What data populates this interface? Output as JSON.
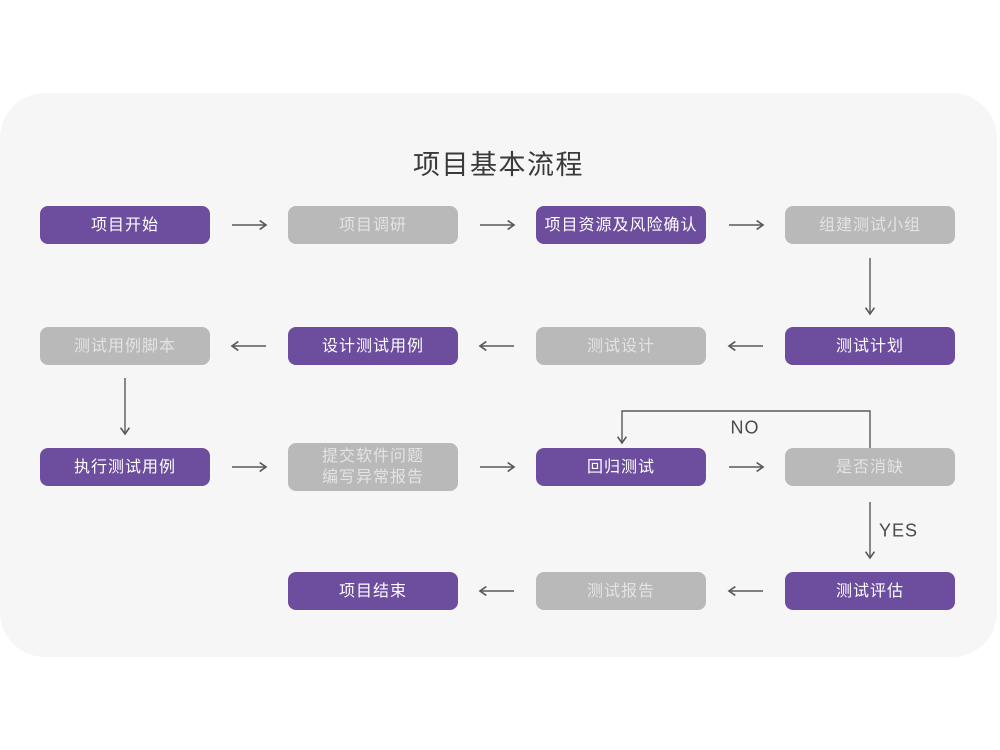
{
  "diagram": {
    "title": "项目基本流程",
    "nodes": [
      {
        "label": "项目开始",
        "type": "primary"
      },
      {
        "label": "项目调研",
        "type": "muted"
      },
      {
        "label": "项目资源及风险确认",
        "type": "primary"
      },
      {
        "label": "组建测试小组",
        "type": "muted"
      },
      {
        "label": "测试计划",
        "type": "primary"
      },
      {
        "label": "测试设计",
        "type": "muted"
      },
      {
        "label": "设计测试用例",
        "type": "primary"
      },
      {
        "label": "测试用例脚本",
        "type": "muted"
      },
      {
        "label": "执行测试用例",
        "type": "primary"
      },
      {
        "label": "提交软件问题\n编写异常报告",
        "type": "muted"
      },
      {
        "label": "回归测试",
        "type": "primary"
      },
      {
        "label": "是否消缺",
        "type": "muted"
      },
      {
        "label": "测试评估",
        "type": "primary"
      },
      {
        "label": "测试报告",
        "type": "muted"
      },
      {
        "label": "项目结束",
        "type": "primary"
      }
    ],
    "edge_labels": {
      "no": "NO",
      "yes": "YES"
    },
    "colors": {
      "primary": "#6c4d9e",
      "muted": "#b9b9b9",
      "card_background": "#f6f6f6",
      "arrow": "#58595b"
    }
  }
}
